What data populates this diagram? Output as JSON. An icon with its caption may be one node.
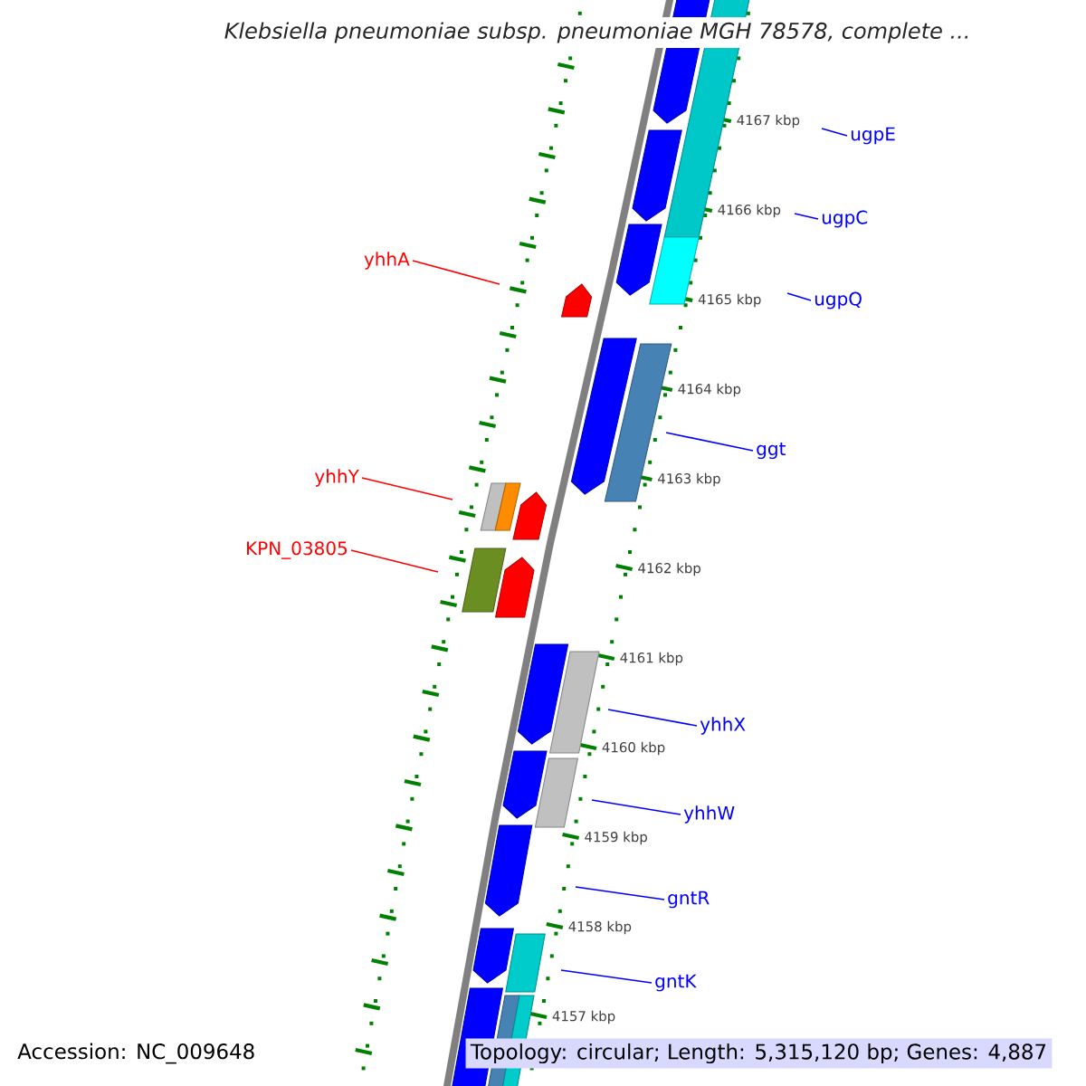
{
  "diagram": {
    "title": "Klebsiella pneumoniae subsp. pneumoniae MGH 78578, complete ...",
    "nodes": [
      {
        "text": [
          "ugpE"
        ]
      },
      {
        "text": [
          "ugpC"
        ]
      },
      {
        "text": [
          "yhhA"
        ]
      },
      {
        "text": [
          "ugpQ"
        ]
      },
      {
        "text": [
          "ggt"
        ]
      },
      {
        "text": [
          "yhhY"
        ]
      },
      {
        "text": [
          "KPN_03805"
        ]
      },
      {
        "text": [
          "yhhX"
        ]
      },
      {
        "text": [
          "yhhW"
        ]
      },
      {
        "text": [
          "gntR"
        ]
      },
      {
        "text": [
          "gntK"
        ]
      }
    ],
    "edges": [
      {
        "from": 0,
        "to": null,
        "arrow": "none"
      },
      {
        "from": 1,
        "to": null,
        "arrow": "none"
      },
      {
        "from": 2,
        "to": null,
        "arrow": "none",
        "color": "#ff0000"
      },
      {
        "from": 3,
        "to": null,
        "arrow": "none"
      },
      {
        "from": 4,
        "to": null,
        "arrow": "none"
      },
      {
        "from": 5,
        "to": null,
        "arrow": "none",
        "color": "#ff0000"
      },
      {
        "from": 6,
        "to": null,
        "arrow": "none",
        "color": "#ff0000"
      },
      {
        "from": 7,
        "to": null,
        "arrow": "none"
      },
      {
        "from": 8,
        "to": null,
        "arrow": "none"
      },
      {
        "from": 9,
        "to": null,
        "arrow": "none"
      },
      {
        "from": 10,
        "to": null,
        "arrow": "none"
      }
    ],
    "labels": [
      "4167 kbp",
      "4166 kbp",
      "4165 kbp",
      "4164 kbp",
      "4163 kbp",
      "4162 kbp",
      "4161 kbp",
      "4160 kbp",
      "4159 kbp",
      "4158 kbp",
      "4157 kbp",
      "Accession: NC_009648",
      "Topology: circular; Length: 5,315,120 bp; Genes: 4,887"
    ]
  }
}
